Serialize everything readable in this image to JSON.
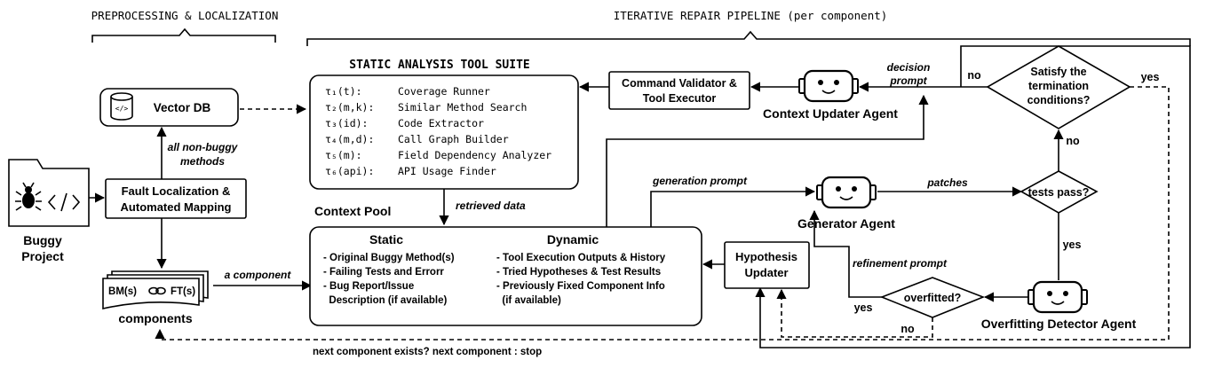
{
  "sections": {
    "preprocessing": "PREPROCESSING & LOCALIZATION",
    "pipeline": "ITERATIVE REPAIR PIPELINE (per component)"
  },
  "buggy_project": {
    "line1": "Buggy",
    "line2": "Project"
  },
  "vector_db": {
    "label": "Vector DB",
    "icon_glyph": "</>"
  },
  "fault_localization": {
    "line1": "Fault Localization &",
    "line2": "Automated Mapping"
  },
  "all_non_buggy": {
    "line1": "all non-buggy",
    "line2": "methods"
  },
  "components": {
    "bm": "BM(s)",
    "ft": "FT(s)",
    "label": "components",
    "arrow_label": "a component"
  },
  "tool_suite": {
    "title": "STATIC ANALYSIS TOOL SUITE",
    "tools": [
      {
        "sig": "τ₁(t):",
        "name": "Coverage Runner"
      },
      {
        "sig": "τ₂(m,k):",
        "name": "Similar Method Search"
      },
      {
        "sig": "τ₃(id):",
        "name": "Code Extractor"
      },
      {
        "sig": "τ₄(m,d):",
        "name": "Call Graph Builder"
      },
      {
        "sig": "τ₅(m):",
        "name": "Field Dependency Analyzer"
      },
      {
        "sig": "τ₆(api):",
        "name": "API Usage Finder"
      }
    ]
  },
  "retrieved_data": "retrieved data",
  "context_pool": {
    "title": "Context Pool",
    "static_heading": "Static",
    "static_items": [
      "- Original Buggy Method(s)",
      "- Failing Tests and Errorr",
      "- Bug Report/Issue",
      "  Description (if available)"
    ],
    "dynamic_heading": "Dynamic",
    "dynamic_items": [
      "- Tool Execution Outputs & History",
      "- Tried Hypotheses & Test Results",
      "- Previously Fixed Component Info",
      "  (if available)"
    ]
  },
  "command_validator": {
    "line1": "Command Validator &",
    "line2": "Tool Executor"
  },
  "context_updater": "Context Updater Agent",
  "decision_prompt": {
    "line1": "decision",
    "line2": "prompt"
  },
  "termination": {
    "line1": "Satisfy the",
    "line2": "termination",
    "line3": "conditions?"
  },
  "generation_prompt": "generation prompt",
  "generator_agent": "Generator Agent",
  "patches": "patches",
  "tests_pass": "tests pass?",
  "hypothesis_updater": {
    "line1": "Hypothesis",
    "line2": "Updater"
  },
  "refinement_prompt": "refinement prompt",
  "overfitted": "overfitted?",
  "overfitting_agent": "Overfitting Detector Agent",
  "flow_labels": {
    "yes": "yes",
    "no": "no"
  },
  "next_component": "next component exists? next component : stop",
  "icons": [
    "bug-icon",
    "code-brackets-icon",
    "database-icon",
    "link-icon",
    "robot-icon"
  ]
}
